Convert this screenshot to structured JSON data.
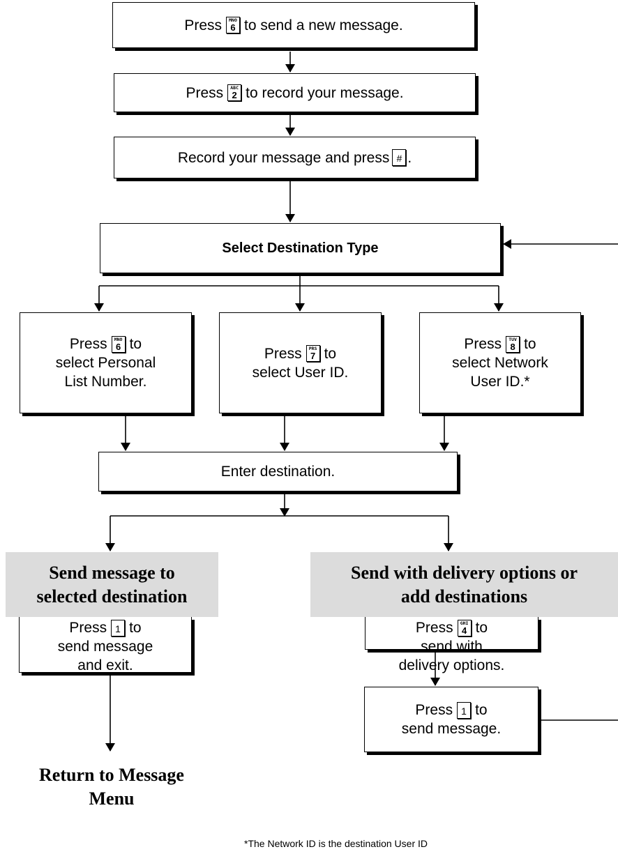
{
  "steps": {
    "new_msg": {
      "before": "Press",
      "key_letters": "MNO",
      "key_num": "6",
      "after": "to send a new message."
    },
    "record": {
      "before": "Press",
      "key_letters": "ABC",
      "key_num": "2",
      "after": "to record your message."
    },
    "record_press": {
      "before": "Record your message and press",
      "key_symbol": "#",
      "after": "."
    },
    "select_type": "Select Destination Type",
    "personal": {
      "before": "Press",
      "key_letters": "MNO",
      "key_num": "6",
      "after": "to",
      "line2": "select Personal",
      "line3": "List Number."
    },
    "user_id": {
      "before": "Press",
      "key_letters": "PRS",
      "key_num": "7",
      "after": "to",
      "line2": "select User ID."
    },
    "network": {
      "before": "Press",
      "key_letters": "TUV",
      "key_num": "8",
      "after": "to",
      "line2": "select Network",
      "line3": "User ID.*"
    },
    "enter_dest": "Enter destination."
  },
  "bands": {
    "left": {
      "line1": "Send message to",
      "line2": "selected destination"
    },
    "right": {
      "line1": "Send with delivery options or",
      "line2": "add destinations"
    }
  },
  "exit_box": {
    "before": "Press",
    "key_num": "1",
    "after": "to",
    "line2": "send message",
    "line3": "and exit."
  },
  "delivery_box": {
    "before": "Press",
    "key_letters": "GHI",
    "key_num": "4",
    "after": "to",
    "line2": "send with",
    "line3": "delivery options."
  },
  "send_box": {
    "before": "Press",
    "key_num": "1",
    "after": "to",
    "line2": "send message."
  },
  "return": {
    "line1": "Return to Message",
    "line2": "Menu"
  },
  "footnote": "*The Network ID is the destination User ID"
}
